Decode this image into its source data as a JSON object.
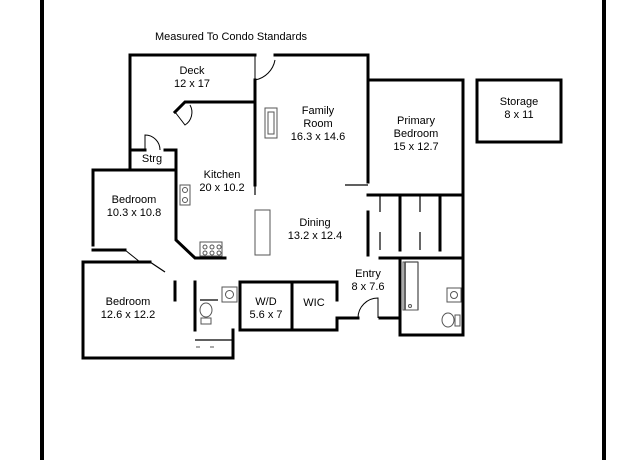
{
  "header": {
    "title": "Measured To Condo Standards"
  },
  "rooms": {
    "deck": {
      "name": "Deck",
      "size": "12 x 17"
    },
    "family": {
      "name": "Family\nRoom",
      "size": "16.3 x 14.6"
    },
    "primary": {
      "name": "Primary\nBedroom",
      "size": "15 x 12.7"
    },
    "storage": {
      "name": "Storage",
      "size": "8 x 11"
    },
    "strg": {
      "name": "Strg"
    },
    "kitchen": {
      "name": "Kitchen",
      "size": "20 x 10.2"
    },
    "bedroom1": {
      "name": "Bedroom",
      "size": "10.3 x 10.8"
    },
    "dining": {
      "name": "Dining",
      "size": "13.2 x 12.4"
    },
    "entry": {
      "name": "Entry",
      "size": "8 x 7.6"
    },
    "bedroom2": {
      "name": "Bedroom",
      "size": "12.6 x 12.2"
    },
    "wd": {
      "name": "W/D",
      "size": "5.6 x 7"
    },
    "wic": {
      "name": "WIC"
    }
  },
  "colors": {
    "wall": "#000000",
    "fixture": "#555555",
    "background": "#ffffff"
  }
}
